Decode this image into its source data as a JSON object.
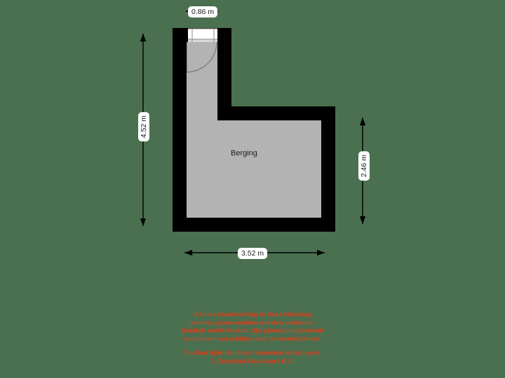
{
  "plan": {
    "room_label": "Berging",
    "wall_color": "#000000",
    "floor_color": "#b3b3b3",
    "background_color": "#4a7050",
    "door": {
      "name": "entry-door",
      "frame_color": "#ffffff",
      "swing_color": "#7a7a7a"
    }
  },
  "dimensions": {
    "top": {
      "value": "0.86 m",
      "orientation": "horizontal"
    },
    "left": {
      "value": "4.52 m",
      "orientation": "vertical"
    },
    "right": {
      "value": "2.46 m",
      "orientation": "vertical"
    },
    "bottom": {
      "value": "3.52 m",
      "orientation": "horizontal"
    }
  },
  "disclaimer": {
    "color": "#d1421f",
    "lines": [
      "Aan de maatvoering in deze tekening",
      "kunnen geen rechten worden ontleend.",
      "Sanitair en/of keuken zijn globaal ingetekend",
      "en kunnen verschillen met de werkelijkheid.",
      "",
      "Te allen tijde de maten nameten in het werk.",
      "© Zuidstad Makelaars B.V."
    ]
  }
}
